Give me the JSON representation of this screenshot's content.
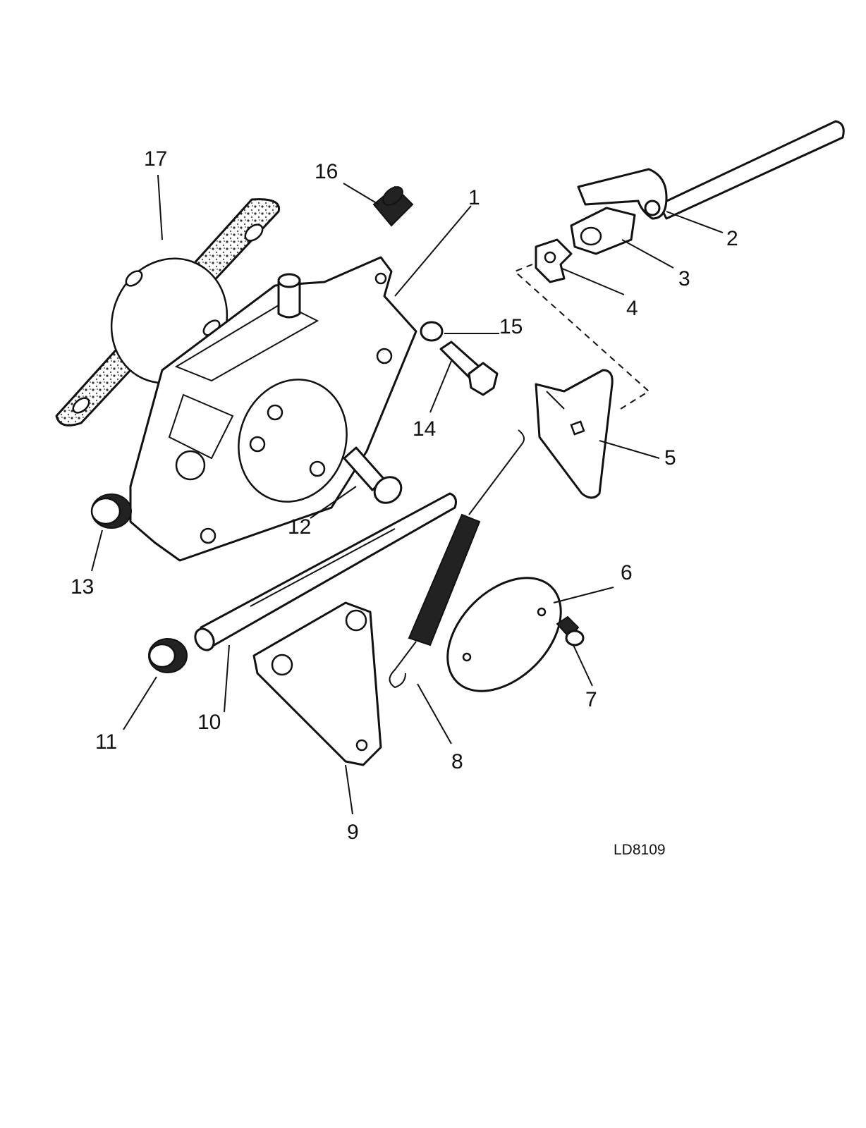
{
  "figure_ref": "LD8109",
  "callouts": [
    "1",
    "2",
    "3",
    "4",
    "5",
    "6",
    "7",
    "8",
    "9",
    "10",
    "11",
    "12",
    "13",
    "14",
    "15",
    "16",
    "17"
  ]
}
